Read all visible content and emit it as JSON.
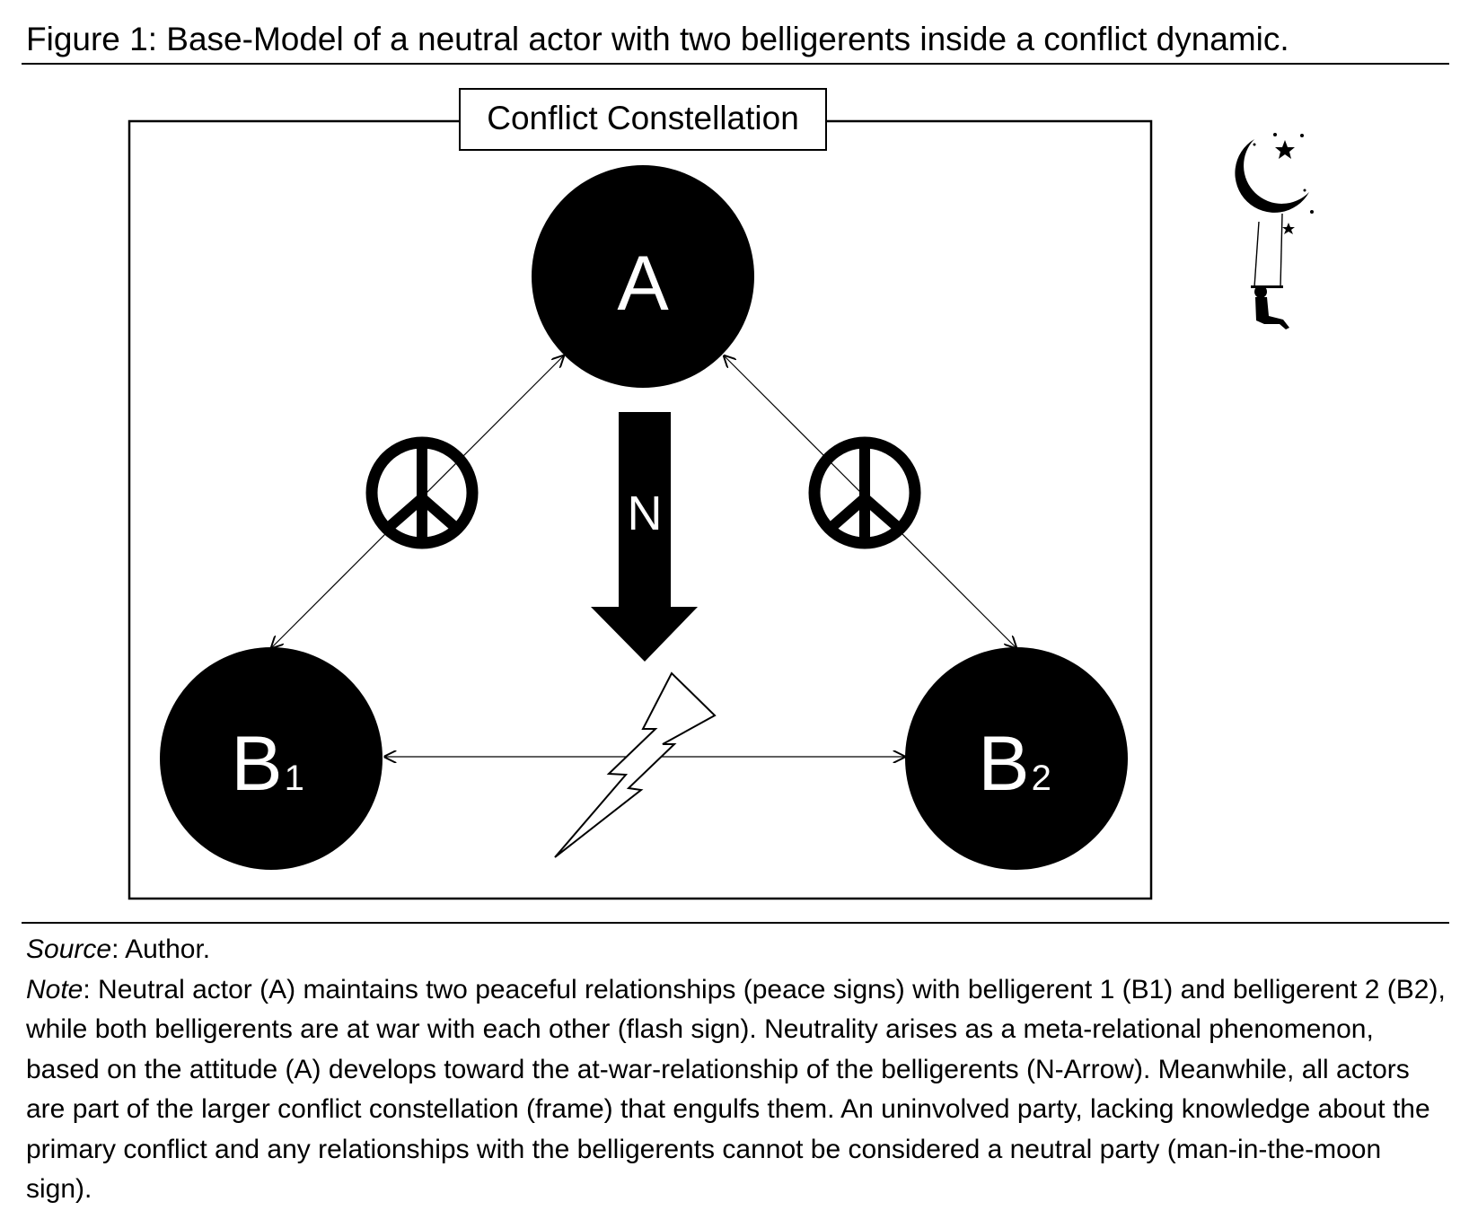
{
  "figure": {
    "title": "Figure 1: Base-Model of a neutral actor with two belligerents inside a conflict dynamic."
  },
  "diagram": {
    "frame_label": "Conflict Constellation",
    "nodes": {
      "a": {
        "label": "A"
      },
      "b1": {
        "label": "B",
        "subscript": "1"
      },
      "b2": {
        "label": "B",
        "subscript": "2"
      }
    },
    "n_arrow_label": "N",
    "icons": {
      "peace_left": "peace-sign",
      "peace_right": "peace-sign",
      "flash": "lightning-bolt",
      "moon": "man-in-the-moon-sign"
    },
    "colors": {
      "ink": "#000000",
      "background": "#ffffff",
      "node_text": "#ffffff"
    }
  },
  "caption": {
    "source_label": "Source",
    "source_text": ": Author.",
    "note_label": "Note",
    "note_text": ": Neutral actor (A) maintains two peaceful relationships (peace signs) with belligerent 1 (B1) and belligerent 2 (B2), while both belligerents are at war with each other (flash sign). Neutrality arises as a meta-relational phenomenon, based on the attitude (A) develops toward the at-war-relationship of the belligerents (N-Arrow). Meanwhile, all actors are part of the larger conflict constellation (frame) that engulfs them. An uninvolved party, lacking knowledge about the primary conflict and any relationships with the belligerents cannot be considered a neutral party (man-in-the-moon sign)."
  }
}
